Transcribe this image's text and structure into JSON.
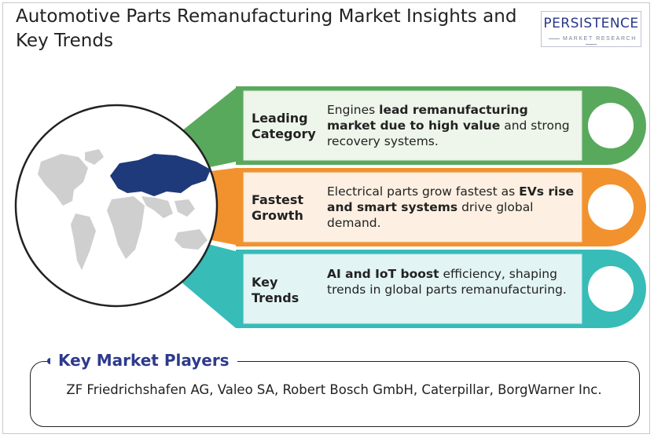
{
  "title": "Automotive Parts Remanufacturing Market Insights and Key Trends",
  "logo": {
    "main": "PERSISTENCE",
    "sub": "MARKET RESEARCH"
  },
  "colors": {
    "green": "#59a95d",
    "orange": "#f2922e",
    "teal": "#37bcb8",
    "map_land": "#cfcfcf",
    "map_highlight": "#1f3a7a",
    "accent": "#2d3a8c"
  },
  "insights": [
    {
      "label_line1": "Leading",
      "label_line2": "Category",
      "desc_parts": [
        {
          "t": "Engines ",
          "b": false
        },
        {
          "t": "lead remanufacturing market due to high value",
          "b": true
        },
        {
          "t": " and strong recovery systems.",
          "b": false
        }
      ]
    },
    {
      "label_line1": "Fastest",
      "label_line2": "Growth",
      "desc_parts": [
        {
          "t": "Electrical parts grow fastest as ",
          "b": false
        },
        {
          "t": "EVs rise and smart systems",
          "b": true
        },
        {
          "t": " drive global demand.",
          "b": false
        }
      ]
    },
    {
      "label_line1": "Key",
      "label_line2": "Trends",
      "desc_parts": [
        {
          "t": "AI and IoT boost",
          "b": true
        },
        {
          "t": " efficiency, shaping trends in global parts remanufacturing.",
          "b": false
        }
      ]
    }
  ],
  "players": {
    "heading": "Key Market Players",
    "text": "ZF Friedrichshafen AG, Valeo SA, Robert Bosch GmbH, Caterpillar, BorgWarner Inc."
  }
}
